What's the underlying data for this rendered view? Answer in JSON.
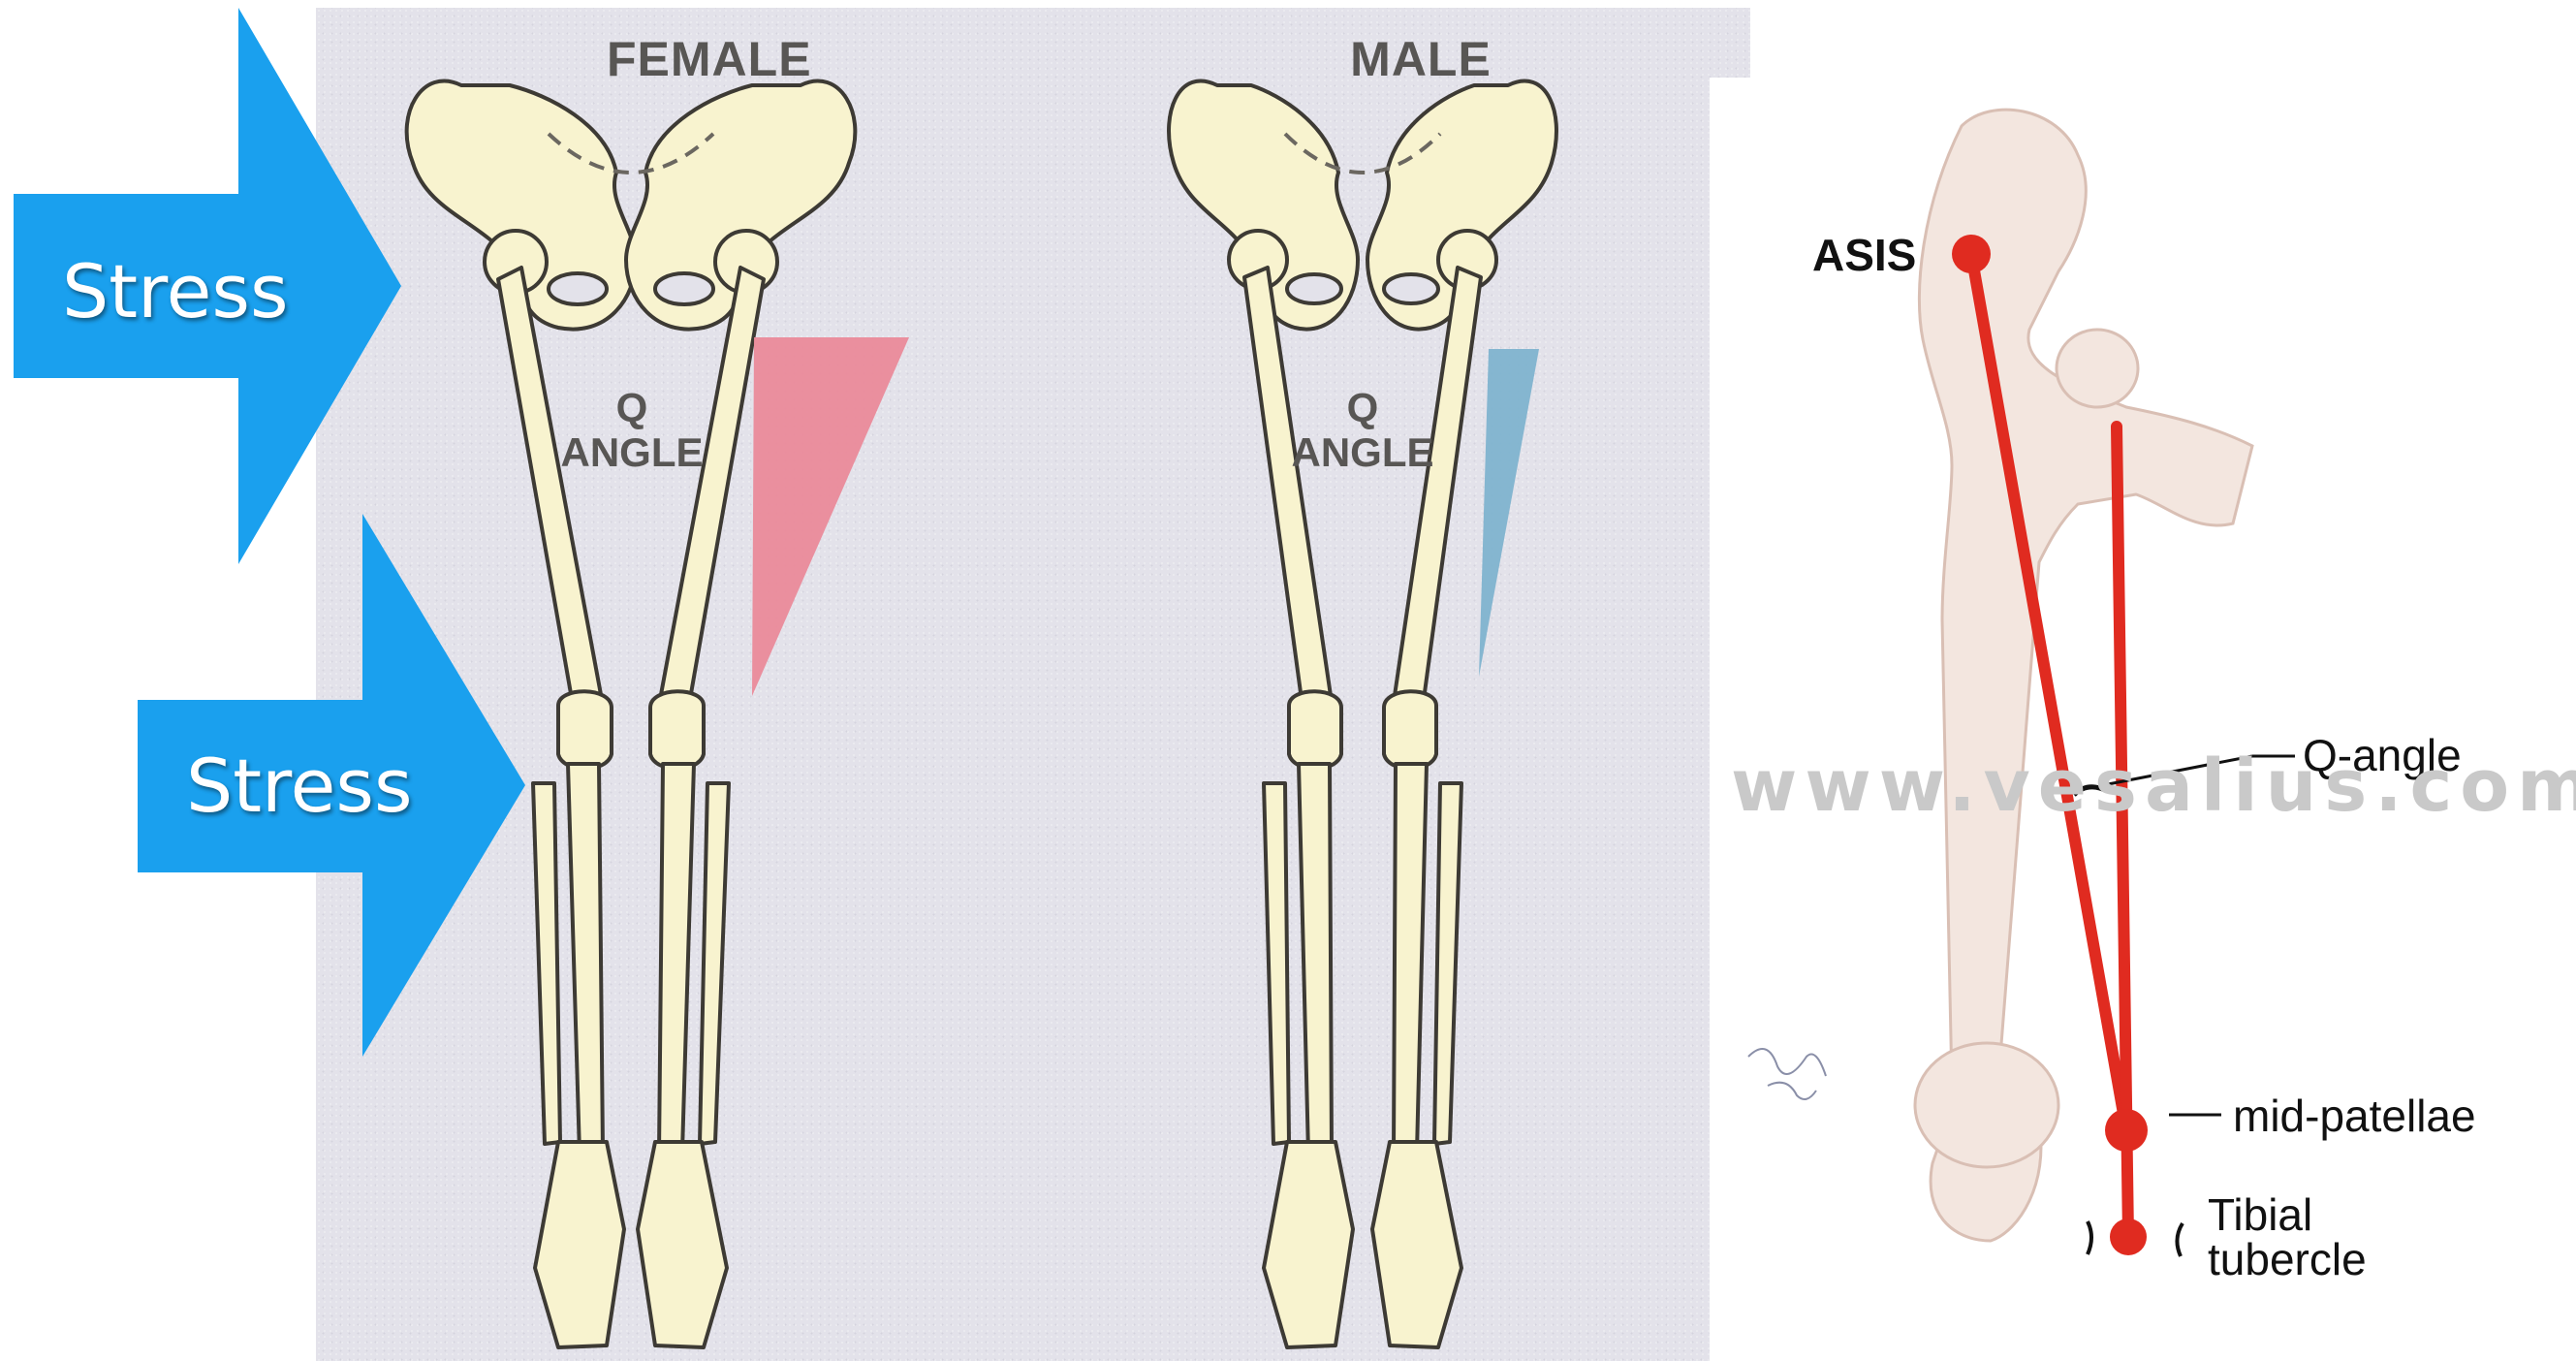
{
  "left_figure": {
    "female_label": "FEMALE",
    "male_label": "MALE",
    "female_q_angle": [
      "Q",
      "ANGLE"
    ],
    "male_q_angle": [
      "Q",
      "ANGLE"
    ],
    "female_wedge_color": "#ea8a9a",
    "male_wedge_color": "#7fb3cf",
    "bone_color": "#f8f3cf"
  },
  "arrows": [
    {
      "label": "Stress",
      "color": "#1aa0ee"
    },
    {
      "label": "Stress",
      "color": "#1aa0ee"
    }
  ],
  "right_figure": {
    "asis_label": "ASIS",
    "q_angle_label": "Q-angle",
    "mid_patellae_label": "mid-patellae",
    "tibial_tubercle_label": [
      "Tibial",
      "tubercle"
    ],
    "watermark": "www.vesalius.com",
    "line_color": "#e02b20"
  }
}
